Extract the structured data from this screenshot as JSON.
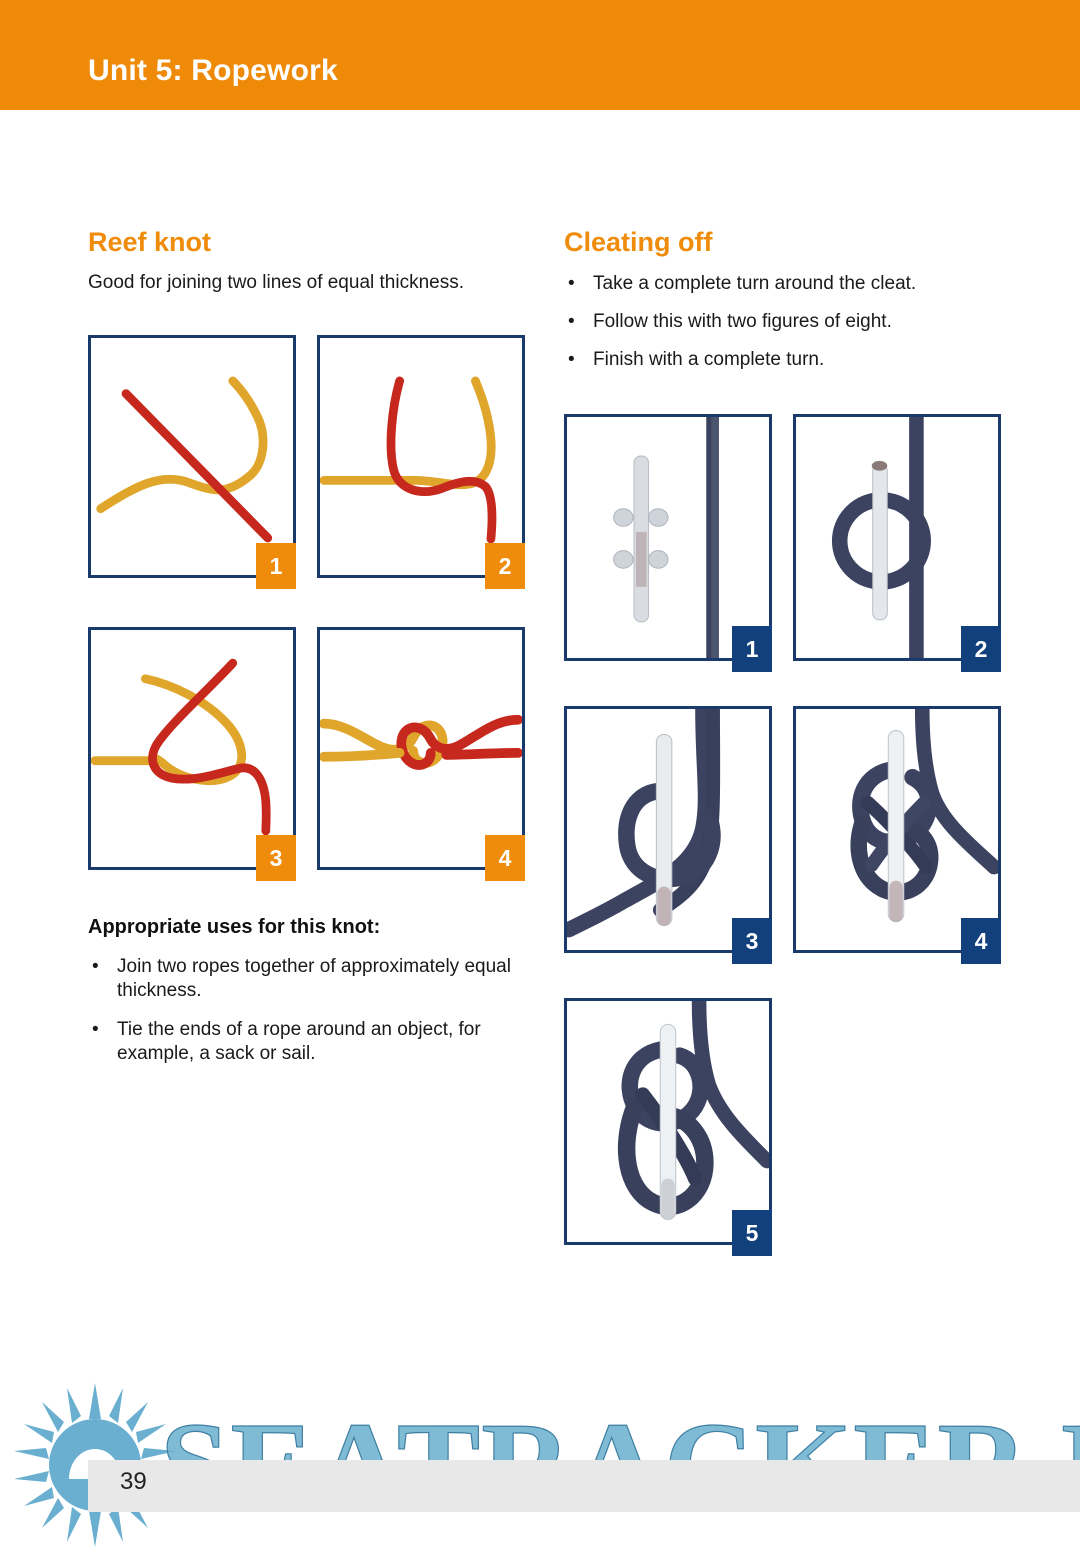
{
  "header": {
    "title": "Unit 5: Ropework",
    "band_color": "#ee8a08"
  },
  "page": {
    "number": "39",
    "watermark_text": "SEATRACKER.RU",
    "watermark_color": "#6aafcf"
  },
  "colors": {
    "accent_orange": "#ef8c0b",
    "frame_navy": "#1a3a6b",
    "badge_navy": "#11407c",
    "body_text": "#1a1a1a"
  },
  "left_column": {
    "heading": "Reef knot",
    "lede": "Good for joining two lines of equal thickness.",
    "photos": [
      {
        "number": "1",
        "caption_alt": "Red rope laid diagonally across a yellow rope",
        "badge_style": "orange"
      },
      {
        "number": "2",
        "caption_alt": "Red rope passed under and around the yellow rope",
        "badge_style": "orange"
      },
      {
        "number": "3",
        "caption_alt": "Second overhand formed with yellow loop over red",
        "badge_style": "orange"
      },
      {
        "number": "4",
        "caption_alt": "Completed reef knot drawn tight",
        "badge_style": "orange"
      }
    ],
    "uses_heading": "Appropriate uses for this knot:",
    "uses": [
      "Join two ropes together of approximately equal thickness.",
      "Tie the ends of a rope around an object, for example, a sack or sail."
    ]
  },
  "right_column": {
    "heading": "Cleating off",
    "steps": [
      "Take a complete turn around the cleat.",
      "Follow this with two figures of eight.",
      "Finish with a complete turn."
    ],
    "photos": [
      {
        "number": "1",
        "caption_alt": "Chrome cleat with rope running alongside",
        "badge_style": "navy"
      },
      {
        "number": "2",
        "caption_alt": "One complete turn taken around the cleat",
        "badge_style": "navy"
      },
      {
        "number": "3",
        "caption_alt": "First figure of eight across the cleat horns",
        "badge_style": "navy"
      },
      {
        "number": "4",
        "caption_alt": "Two figures of eight completed",
        "badge_style": "navy"
      },
      {
        "number": "5",
        "caption_alt": "Finished with a complete turn, rope secured",
        "badge_style": "navy"
      }
    ]
  }
}
